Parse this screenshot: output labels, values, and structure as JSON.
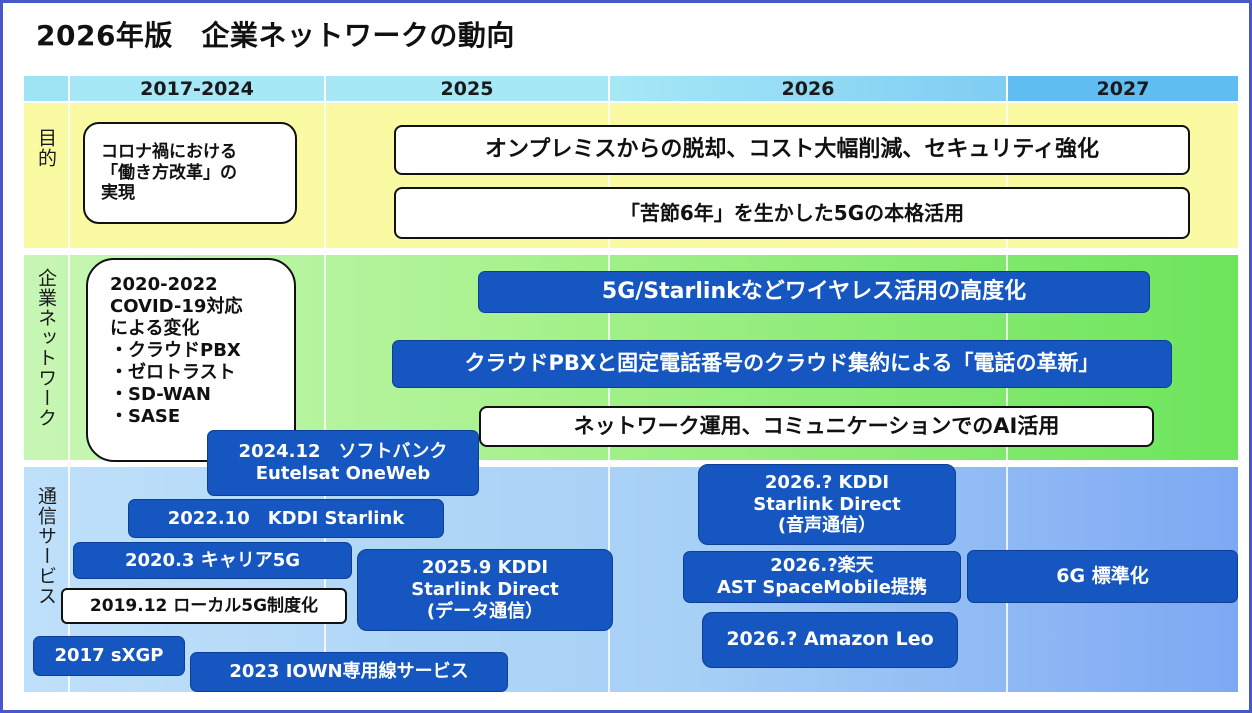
{
  "title": "2026年版　企業ネットワークの動向",
  "headers": [
    "2017-2024",
    "2025",
    "2026",
    "2027"
  ],
  "rows": {
    "purpose": "目的",
    "network": "企業ネットワーク",
    "service": "通信サービス"
  },
  "purpose": {
    "covid": [
      "コロナ禍における",
      "「働き方改革」の",
      "実現"
    ],
    "onprem": "オンプレミスからの脱却、コスト大幅削減、セキュリティ強化",
    "fiveg": "「苦節6年」を生かした5Gの本格活用"
  },
  "network": {
    "covid": [
      "2020-2022",
      "COVID-19対応",
      "による変化",
      "・クラウドPBX",
      "・ゼロトラスト",
      "・SD-WAN",
      "・SASE"
    ],
    "wireless": "5G/Starlinkなどワイヤレス活用の高度化",
    "phone": "クラウドPBXと固定電話番号のクラウド集約による「電話の革新」",
    "ai": "ネットワーク運用、コミュニケーションでのAI活用"
  },
  "service": {
    "softbank": [
      "2024.12　ソフトバンク",
      "Eutelsat OneWeb"
    ],
    "kddi2022": "2022.10　KDDI Starlink",
    "carrier5g": "2020.3 キャリア5G",
    "local5g": "2019.12 ローカル5G制度化",
    "sxgp": "2017 sXGP",
    "iown": "2023 IOWN専用線サービス",
    "kddi2025": [
      "2025.9 KDDI",
      "Starlink Direct",
      "(データ通信）"
    ],
    "kddi2026": [
      "2026.? KDDI",
      "Starlink Direct",
      "(音声通信）"
    ],
    "rakuten": [
      "2026.?楽天",
      "AST SpaceMobile提携"
    ],
    "amazon": "2026.? Amazon Leo",
    "sixg": "6G 標準化"
  }
}
